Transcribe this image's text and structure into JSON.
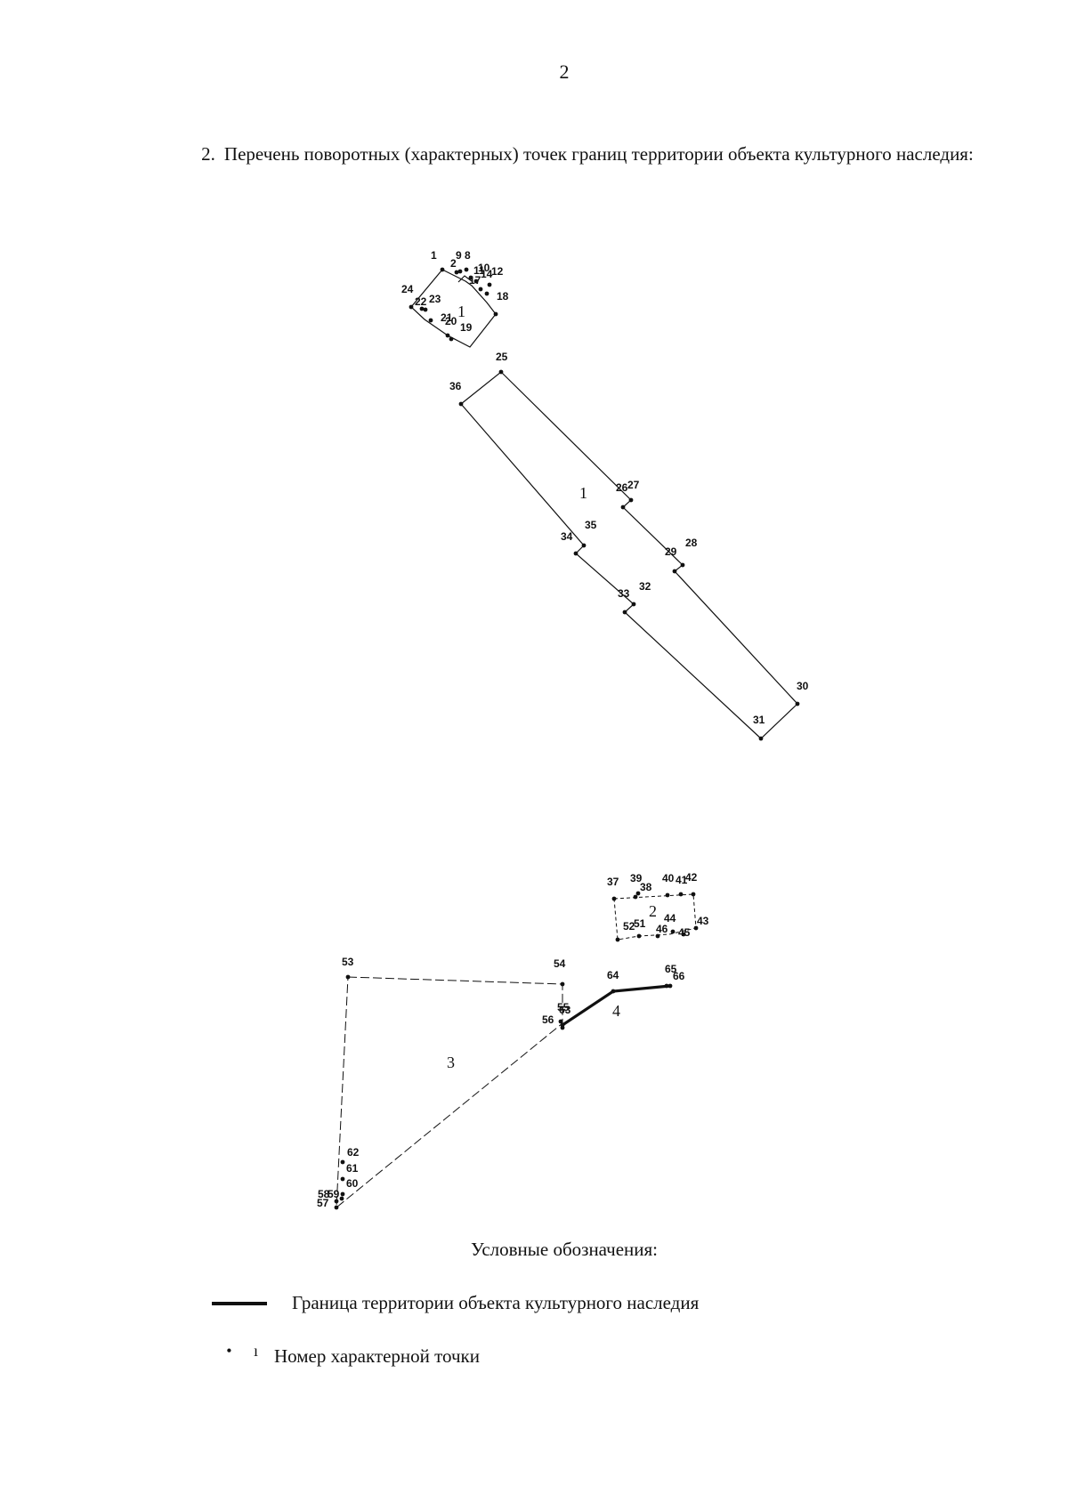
{
  "page_number": "2",
  "heading": {
    "number": "2.",
    "text": "Перечень поворотных (характерных) точек границ территории объекта культурного наследия:"
  },
  "scheme": {
    "area_labels": [
      "1",
      "1",
      "2",
      "3",
      "4"
    ],
    "point_labels": [
      "1",
      "2",
      "8",
      "9",
      "10",
      "11",
      "12",
      "14",
      "17",
      "18",
      "19",
      "20",
      "21",
      "22",
      "23",
      "24",
      "25",
      "26",
      "27",
      "28",
      "29",
      "30",
      "31",
      "32",
      "33",
      "34",
      "35",
      "36",
      "37",
      "38",
      "39",
      "40",
      "41",
      "42",
      "43",
      "44",
      "45",
      "46",
      "51",
      "52",
      "53",
      "54",
      "55",
      "56",
      "57",
      "58",
      "59",
      "60",
      "61",
      "62",
      "63",
      "64",
      "65",
      "66"
    ],
    "line_color": "#111111"
  },
  "legend": {
    "title": "Условные обозначения:",
    "boundary_label": "Граница территории объекта культурного наследия",
    "points_symbol": "• ı",
    "points_label": "Номер характерной точки"
  }
}
